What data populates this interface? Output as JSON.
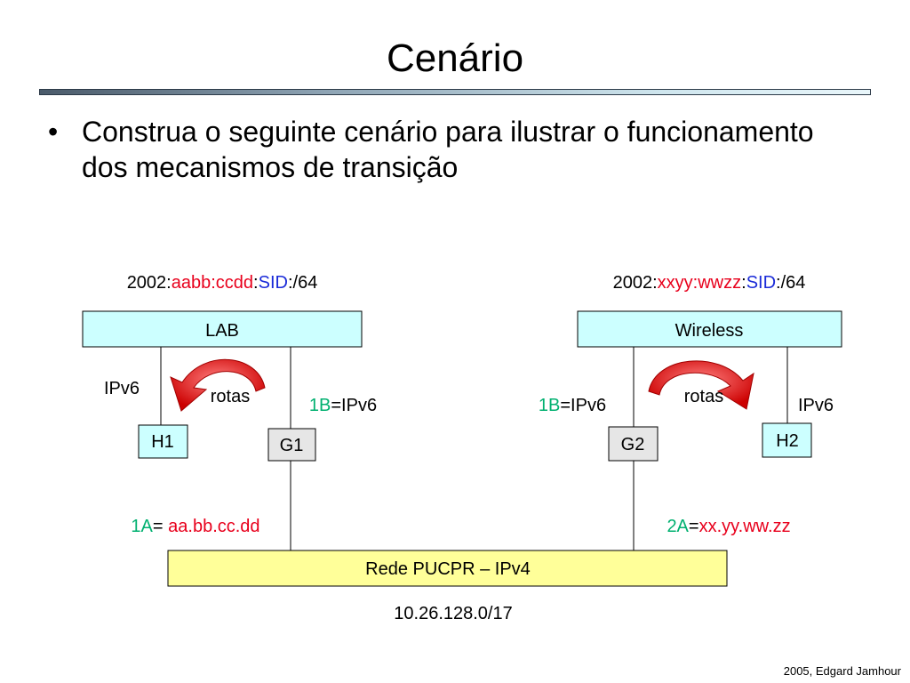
{
  "slide": {
    "title": "Cenário",
    "bullet_symbol": "•",
    "bullet_text": "Construa o seguinte cenário para ilustrar o funcionamento dos mecanismos de transição",
    "footer": "2005, Edgard Jamhour"
  },
  "diagram": {
    "lab_prefix": {
      "p1": "2002:",
      "p2": "aabb:ccdd",
      "p3": ":",
      "p4": "SID",
      "p5": ":/64"
    },
    "wireless_prefix": {
      "p1": "2002:",
      "p2": "xxyy:wwzz",
      "p3": ":",
      "p4": "SID",
      "p5": ":/64"
    },
    "lab_label": "LAB",
    "wireless_label": "Wireless",
    "h1_label": "H1",
    "g1_label": "G1",
    "g2_label": "G2",
    "h2_label": "H2",
    "ipv6_left": "IPv6",
    "ipv6_right": "IPv6",
    "rotas_left": "rotas",
    "rotas_right": "rotas",
    "g1_link": {
      "code": "1B",
      "rest": "=IPv6"
    },
    "g2_link": {
      "code": "1B",
      "rest": "=IPv6"
    },
    "g1_addr": {
      "code": "1A",
      "eq": "= ",
      "value": "aa.bb.cc.dd"
    },
    "g2_addr": {
      "code": "2A",
      "eq": "=",
      "value": "xx.yy.ww.zz"
    },
    "pucpr_label": "Rede PUCPR – IPv4",
    "pucpr_subnet": "10.26.128.0/17"
  },
  "colors": {
    "network_box": "#ccffff",
    "pucpr_box": "#ffff99",
    "router_box": "#e6e6e6",
    "arrow_red": "#e8001c",
    "accent_blue": "#1a2bd8",
    "accent_green": "#00b070"
  }
}
